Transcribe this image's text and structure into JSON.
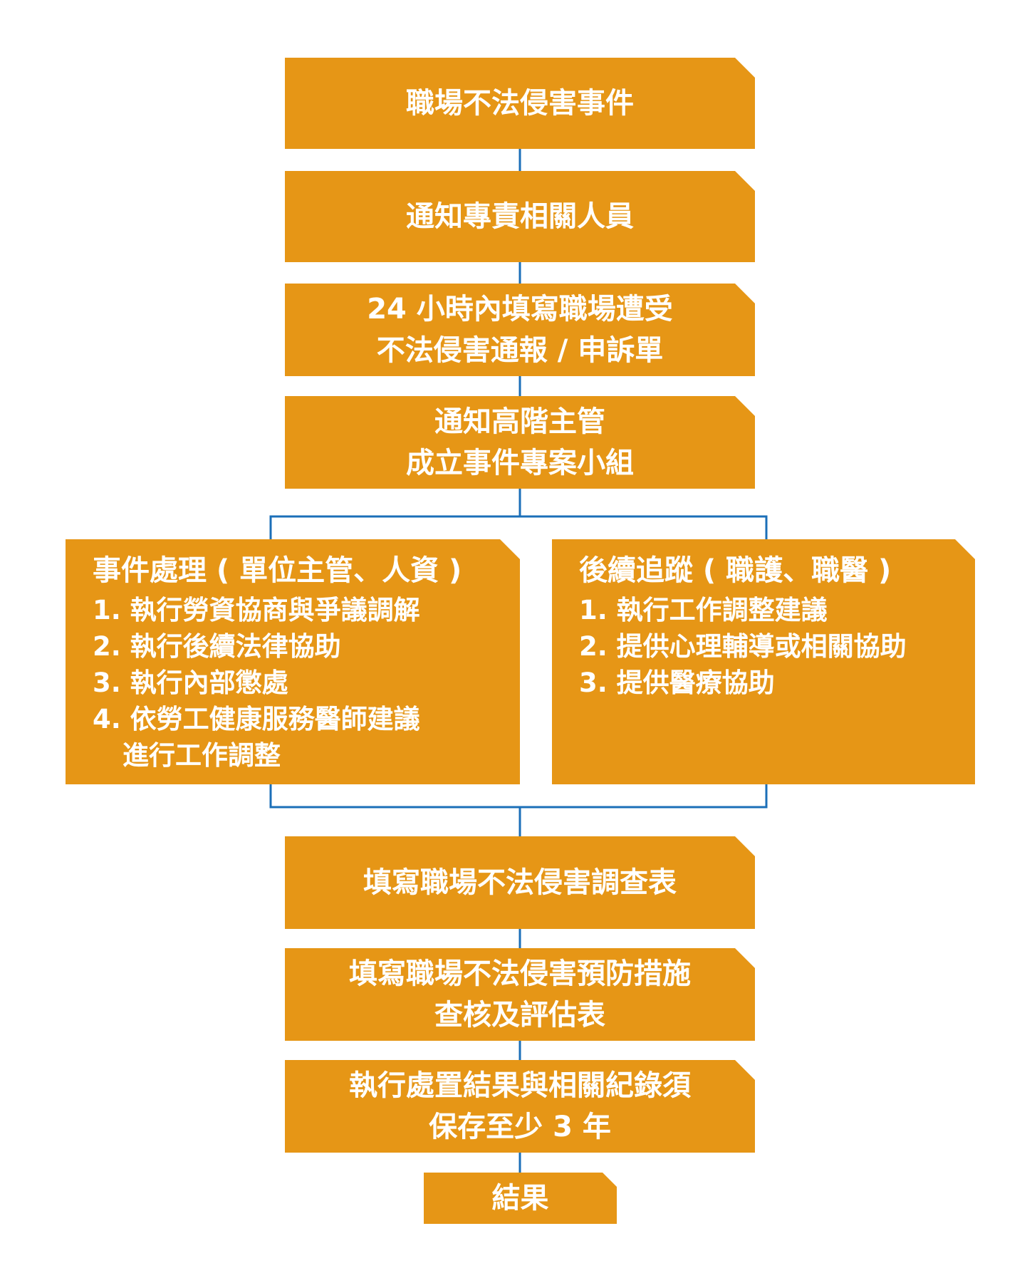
{
  "colors": {
    "box_fill": "#e69616",
    "box_text": "#ffffff",
    "connector": "#1b6fb8"
  },
  "steps": {
    "step1": {
      "lines": [
        "職場不法侵害事件"
      ]
    },
    "step2": {
      "lines": [
        "通知專責相關人員"
      ]
    },
    "step3": {
      "lines": [
        "24 小時內填寫職場遭受",
        "不法侵害通報 / 申訴單"
      ]
    },
    "step4": {
      "lines": [
        "通知高階主管",
        "成立事件專案小組"
      ]
    },
    "step5": {
      "lines": [
        "填寫職場不法侵害調查表"
      ]
    },
    "step6": {
      "lines": [
        "填寫職場不法侵害預防措施",
        "查核及評估表"
      ]
    },
    "step7": {
      "lines": [
        "執行處置結果與相關紀錄須",
        "保存至少 3 年"
      ]
    },
    "step8": {
      "lines": [
        "結果"
      ]
    }
  },
  "branches": {
    "left": {
      "title": "事件處理 ( 單位主管、人資 )",
      "items": [
        "1. 執行勞資協商與爭議調解",
        "2. 執行後續法律協助",
        "3. 執行內部懲處",
        "4. 依勞工健康服務醫師建議",
        "進行工作調整"
      ]
    },
    "right": {
      "title": "後續追蹤 ( 職護、職醫 )",
      "items": [
        "1. 執行工作調整建議",
        "2. 提供心理輔導或相關協助",
        "3. 提供醫療協助"
      ]
    }
  }
}
